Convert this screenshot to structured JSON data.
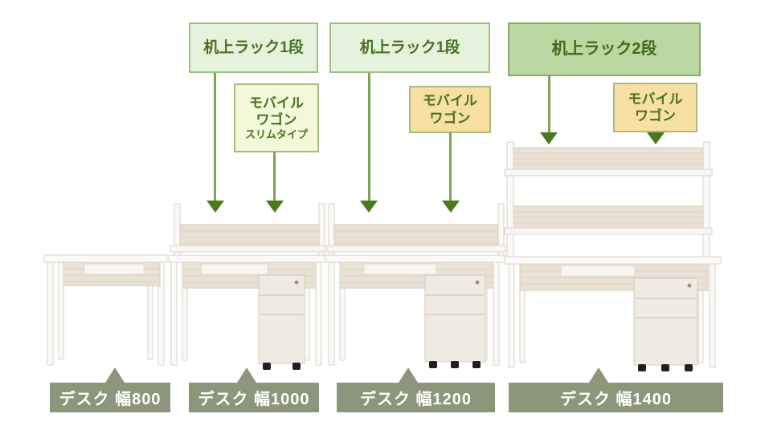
{
  "colors": {
    "rack1_label_bg": "#e6f3dc",
    "rack2_label_bg": "#bcd8a2",
    "wagon_slim_label_bg": "#f4f8d9",
    "wagon_label_bg": "#f8e0a2",
    "callout_border_green": "#9dc183",
    "callout_text_green": "#47721e",
    "arrow_line": "#7fa353",
    "arrow_head": "#4a7a1e",
    "desk_label_bg": "#8d957a",
    "desk_label_text": "#ffffff",
    "wood_tone": "#e9e1d3",
    "furniture_white": "#faf9f7"
  },
  "products": [
    {
      "id": "desk-800",
      "desk_label": "デスク 幅800"
    },
    {
      "id": "desk-1000",
      "desk_label": "デスク 幅1000",
      "rack_label": "机上ラック1段",
      "wagon_lines": [
        "モバイル",
        "ワゴン",
        "スリムタイプ"
      ]
    },
    {
      "id": "desk-1200",
      "desk_label": "デスク 幅1200",
      "rack_label": "机上ラック1段",
      "wagon_lines": [
        "モバイル",
        "ワゴン"
      ]
    },
    {
      "id": "desk-1400",
      "desk_label": "デスク 幅1400",
      "rack_label": "机上ラック2段",
      "wagon_lines": [
        "モバイル",
        "ワゴン"
      ]
    }
  ]
}
